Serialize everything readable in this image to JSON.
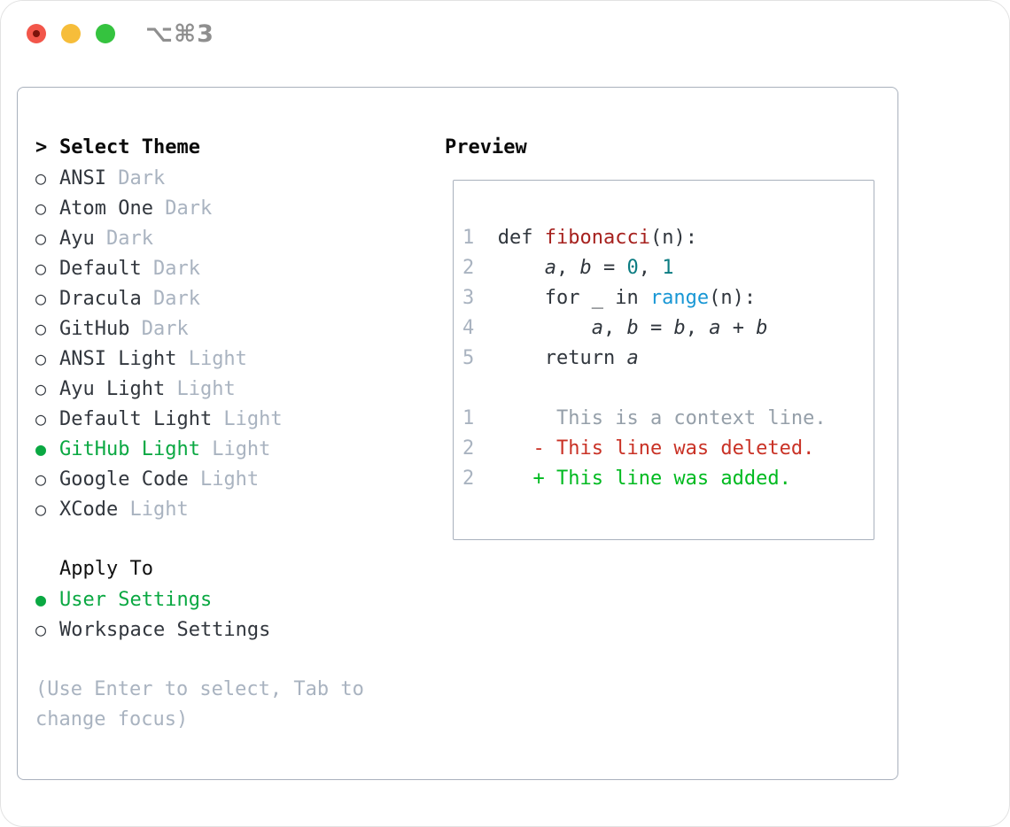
{
  "window": {
    "title": "⌥⌘3"
  },
  "traffic_lights": [
    {
      "name": "close",
      "color": "#f2564a"
    },
    {
      "name": "minimize",
      "color": "#f6bd3a"
    },
    {
      "name": "zoom",
      "color": "#35c33f"
    }
  ],
  "theme_panel": {
    "prompt": ">",
    "title": "Select Theme",
    "radio_unselected_icon": "○",
    "radio_selected_icon": "●",
    "themes": [
      {
        "label": "ANSI",
        "tag": "Dark",
        "selected": false
      },
      {
        "label": "Atom One",
        "tag": "Dark",
        "selected": false
      },
      {
        "label": "Ayu",
        "tag": "Dark",
        "selected": false
      },
      {
        "label": "Default",
        "tag": "Dark",
        "selected": false
      },
      {
        "label": "Dracula",
        "tag": "Dark",
        "selected": false
      },
      {
        "label": "GitHub",
        "tag": "Dark",
        "selected": false
      },
      {
        "label": "ANSI Light",
        "tag": "Light",
        "selected": false
      },
      {
        "label": "Ayu Light",
        "tag": "Light",
        "selected": false
      },
      {
        "label": "Default Light",
        "tag": "Light",
        "selected": false
      },
      {
        "label": "GitHub Light",
        "tag": "Light",
        "selected": true
      },
      {
        "label": "Google Code",
        "tag": "Light",
        "selected": false
      },
      {
        "label": "XCode",
        "tag": "Light",
        "selected": false
      }
    ],
    "apply_to": {
      "title": "Apply To",
      "options": [
        {
          "label": "User Settings",
          "selected": true
        },
        {
          "label": "Workspace Settings",
          "selected": false
        }
      ]
    },
    "help_text": "(Use Enter to select, Tab to change focus)"
  },
  "preview": {
    "title": "Preview",
    "code_lines": [
      {
        "num": "1",
        "tokens": [
          {
            "text": "def ",
            "type": "code"
          },
          {
            "text": "fibonacci",
            "type": "func"
          },
          {
            "text": "(n):",
            "type": "code"
          }
        ]
      },
      {
        "num": "2",
        "tokens": [
          {
            "text": "    ",
            "type": "code"
          },
          {
            "text": "a",
            "type": "var"
          },
          {
            "text": ", ",
            "type": "code"
          },
          {
            "text": "b",
            "type": "var"
          },
          {
            "text": " = ",
            "type": "code"
          },
          {
            "text": "0",
            "type": "num"
          },
          {
            "text": ", ",
            "type": "code"
          },
          {
            "text": "1",
            "type": "num"
          }
        ]
      },
      {
        "num": "3",
        "tokens": [
          {
            "text": "    for _ in ",
            "type": "code"
          },
          {
            "text": "range",
            "type": "builtin"
          },
          {
            "text": "(n):",
            "type": "code"
          }
        ]
      },
      {
        "num": "4",
        "tokens": [
          {
            "text": "        ",
            "type": "code"
          },
          {
            "text": "a",
            "type": "var"
          },
          {
            "text": ", ",
            "type": "code"
          },
          {
            "text": "b",
            "type": "var"
          },
          {
            "text": " = ",
            "type": "code"
          },
          {
            "text": "b",
            "type": "var"
          },
          {
            "text": ", ",
            "type": "code"
          },
          {
            "text": "a",
            "type": "var"
          },
          {
            "text": " + ",
            "type": "code"
          },
          {
            "text": "b",
            "type": "var"
          }
        ]
      },
      {
        "num": "5",
        "tokens": [
          {
            "text": "    return ",
            "type": "code"
          },
          {
            "text": "a",
            "type": "var"
          }
        ]
      }
    ],
    "diff_lines": [
      {
        "num": "1",
        "marker": " ",
        "text": "This is a context line.",
        "type": "context"
      },
      {
        "num": "2",
        "marker": "-",
        "text": "This line was deleted.",
        "type": "deleted"
      },
      {
        "num": "2",
        "marker": "+",
        "text": "This line was added.",
        "type": "added"
      }
    ]
  },
  "colors": {
    "selected_green": "#0aa842",
    "added_green": "#00ba20",
    "deleted_red": "#c93226",
    "func_red": "#a6211e",
    "number_teal": "#0b7c82",
    "builtin_blue": "#1897d5",
    "text_dark": "#30363d",
    "label_dark": "#32373e",
    "muted_gray": "#a9b3c0",
    "context_gray": "#959fa9",
    "border_gray": "#a9b1bd",
    "title_gray": "#8f8f8f",
    "light_red": "#f2564a",
    "light_yellow": "#f6bd3a",
    "light_green": "#35c33f"
  }
}
